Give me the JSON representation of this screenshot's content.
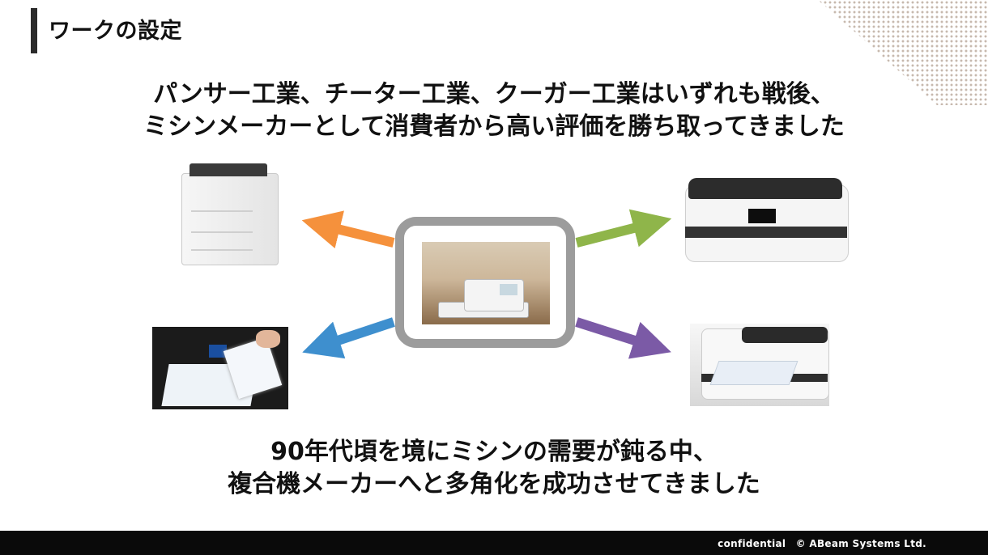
{
  "slide": {
    "title": "ワークの設定",
    "headline_line1": "パンサー工業、チーター工業、クーガー工業はいずれも戦後、",
    "headline_line2": "ミシンメーカーとして消費者から高い評価を勝ち取ってきました",
    "subline_line1": "90年代頃を境にミシンの需要が鈍る中、",
    "subline_line2": "複合機メーカーへと多角化を成功させてきました"
  },
  "footer": {
    "text": "confidential　© ABeam Systems Ltd."
  },
  "colors": {
    "arrow_top_left": "#f5913c",
    "arrow_bottom_left": "#3e8fce",
    "arrow_top_right": "#8fb54a",
    "arrow_bottom_right": "#7b5aa6",
    "frame": "#9c9c9c"
  },
  "images": {
    "center": "sewing-machine-photo",
    "top_left": "laser-printer-photo",
    "top_right": "inkjet-multifunction-printer-photo",
    "bottom_left": "printer-paper-output-photo",
    "bottom_right": "multifunction-printer-paper-photo"
  }
}
